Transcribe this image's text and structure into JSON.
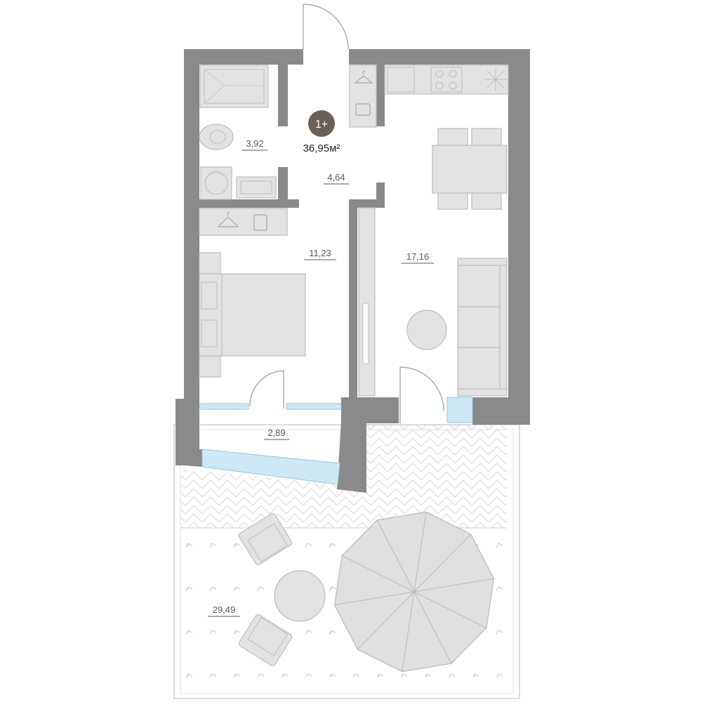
{
  "plan": {
    "apartment_type": "1+",
    "total_area": "36,95м²"
  },
  "rooms": {
    "bathroom": "3,92",
    "hallway": "4,64",
    "bedroom": "11,23",
    "living_kitchen": "17,16",
    "loggia": "2,89",
    "terrace": "29,49"
  },
  "colors": {
    "wall": "#8a8a8a",
    "furniture": "#e3e3e3",
    "furniture_stroke": "#cfcfcf",
    "glass": "#cde9f6",
    "badge": "#6b6058",
    "paving": "#d6d6d6"
  }
}
